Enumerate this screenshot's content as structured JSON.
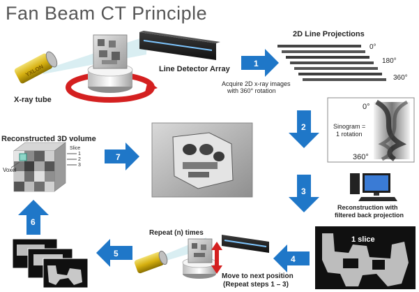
{
  "title": "Fan Beam CT Principle",
  "colors": {
    "arrow_blue": "#1f77c8",
    "arrow_dark": "#16578f",
    "rotation_red": "#d42020",
    "tube_yellow": "#e8c020"
  },
  "labels": {
    "xray_tube": "X-ray tube",
    "line_detector": "Line Detector Array",
    "projections_title": "2D Line Projections",
    "deg_0": "0°",
    "deg_180": "180°",
    "deg_360": "360°",
    "acquire_line1": "Acquire 2D x-ray images",
    "acquire_line2": "with 360° rotation",
    "sino_deg_0": "0°",
    "sino_label1": "Sinogram =",
    "sino_label2": "1 rotation",
    "sino_deg_360": "360°",
    "recon_title": "Reconstructed 3D volume",
    "slice_label": "Slice",
    "slice_1": "1",
    "slice_2": "2",
    "slice_3": "3",
    "voxel": "Voxel",
    "recon_fbp_line1": "Reconstruction with",
    "recon_fbp_line2": "filtered back projection",
    "one_slice": "1 slice",
    "repeat": "Repeat (n) times",
    "move_line1": "Move to next position",
    "move_line2": "(Repeat steps 1 – 3)",
    "tube_brand": "YXLON"
  },
  "steps": [
    "1",
    "2",
    "3",
    "4",
    "5",
    "6",
    "7"
  ],
  "icons": [
    "xray-tube-icon",
    "line-detector-icon",
    "rotation-arrow-icon",
    "computer-icon",
    "voxel-cube-icon"
  ]
}
